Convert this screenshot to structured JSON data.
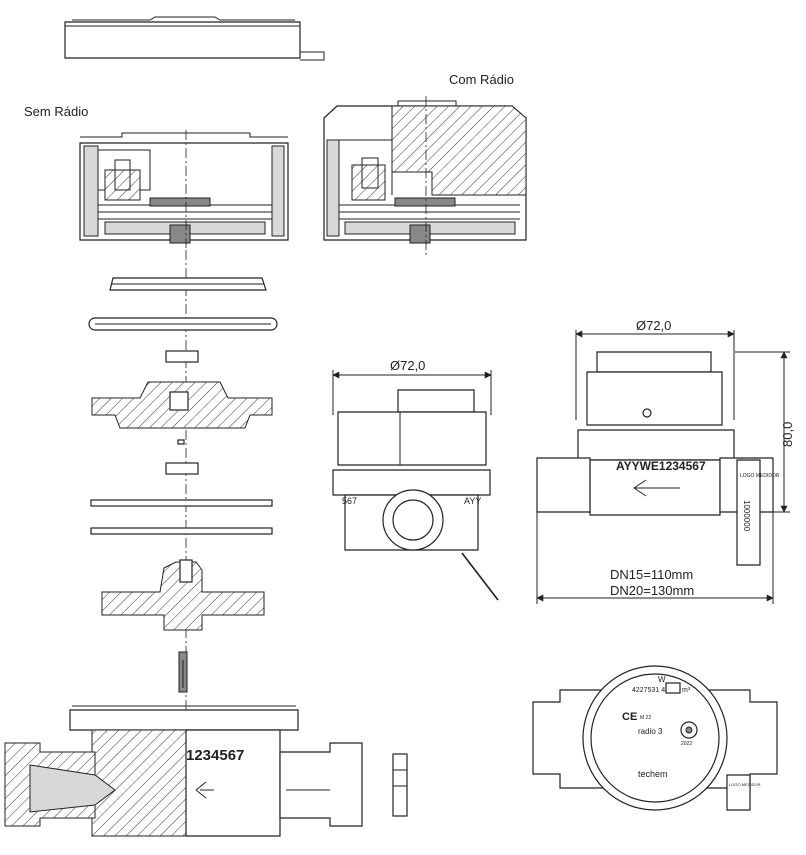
{
  "labels": {
    "without_radio": "Sem Rádio",
    "with_radio": "Com Rádio",
    "diameter_side": "Ø72,0",
    "diameter_front": "Ø72,0",
    "height": "80,0",
    "dn15": "DN15=110mm",
    "dn20": "DN20=130mm"
  },
  "meter_markings": {
    "serial_side": "AYYWE1234567",
    "serial_section": "1234567",
    "front_left_code": "567",
    "front_right_code": "AYY",
    "dial_w": "W",
    "dial_serial": "4227531 4",
    "dial_unit": "m³",
    "dial_model": "radio 3",
    "dial_brand": "techem",
    "dial_year": "2022",
    "dial_ce": "CE",
    "dial_m": "M 22",
    "seal_text": "LOGO MEDIDOR",
    "seal_digits": "1000000"
  }
}
